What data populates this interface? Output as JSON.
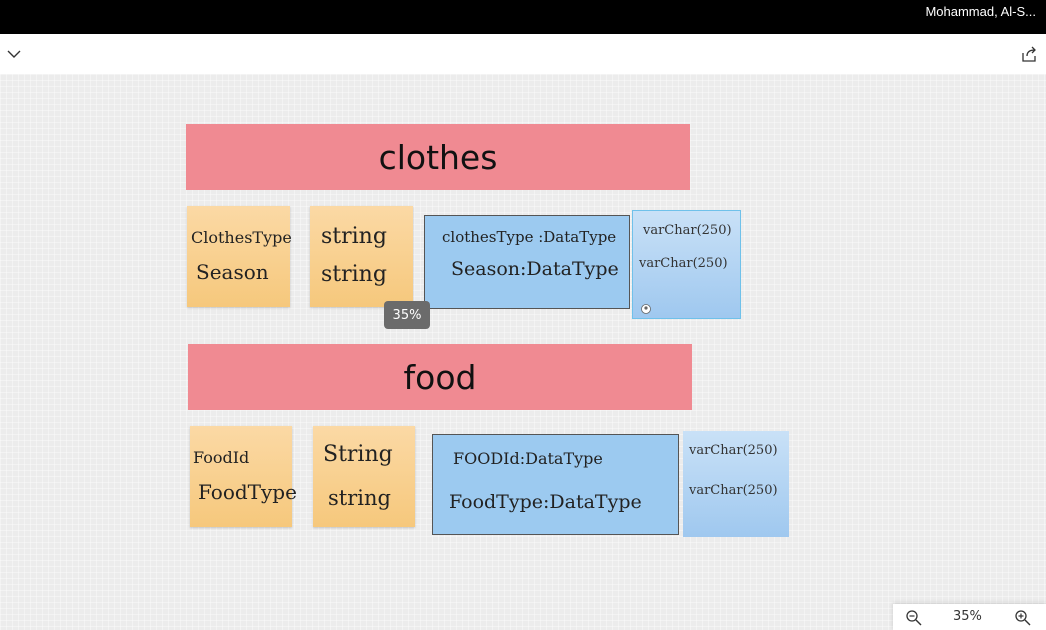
{
  "header": {
    "user_name": "Mohammad, Al-S..."
  },
  "toolbar": {
    "collapse_icon": "chevron-down-icon",
    "share_icon": "share-icon"
  },
  "board": {
    "clothes": {
      "title": "clothes",
      "fields_note": [
        "ClothesType",
        "Season"
      ],
      "types_note": [
        "string",
        "string"
      ],
      "model_box": [
        "clothesType :DataType",
        "Season:DataType"
      ],
      "db_note": [
        "varChar(250)",
        "varChar(250)"
      ]
    },
    "food": {
      "title": "food",
      "fields_note": [
        "FoodId",
        "FoodType"
      ],
      "types_note": [
        "String",
        "string"
      ],
      "model_box": [
        "FOODId:DataType",
        "FoodType:DataType"
      ],
      "db_note": [
        "varChar(250)",
        "varChar(250)"
      ]
    },
    "zoom_tooltip": "35%"
  },
  "zoom": {
    "level": "35%",
    "zoom_out_icon": "zoom-out-icon",
    "zoom_in_icon": "zoom-in-icon"
  },
  "colors": {
    "banner": "#f08a92",
    "sticky_yellow": "#f6c87c",
    "sticky_blue": "#9fc8ef",
    "box_blue": "#9ccaf0"
  }
}
